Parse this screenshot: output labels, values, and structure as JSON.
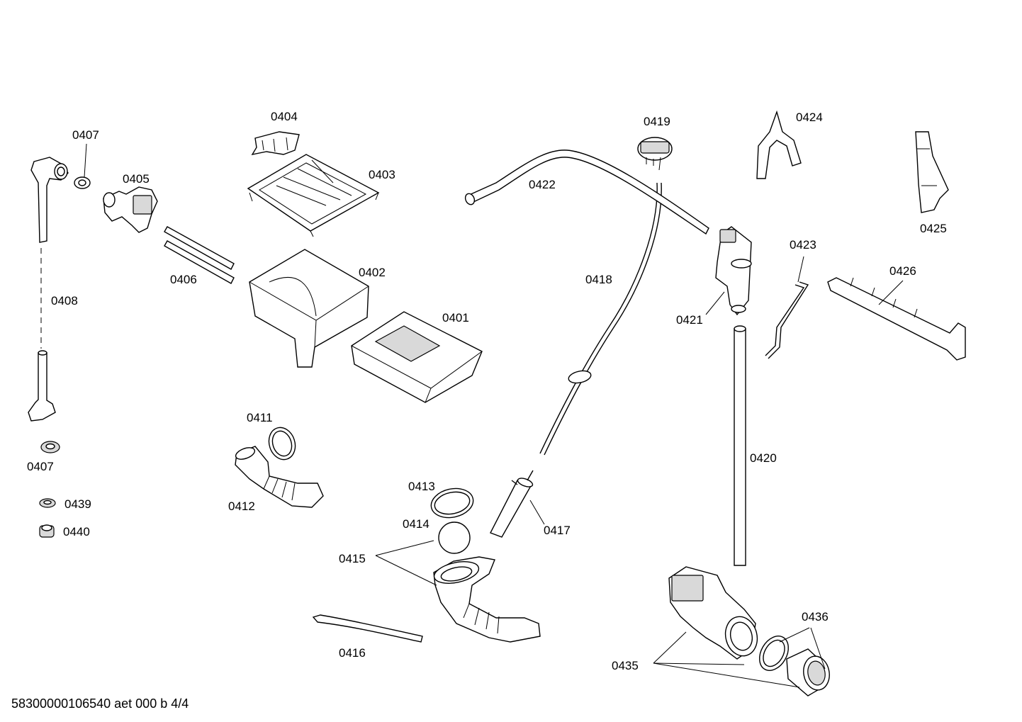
{
  "labels": {
    "p0401": "0401",
    "p0402": "0402",
    "p0403": "0403",
    "p0404": "0404",
    "p0405": "0405",
    "p0406": "0406",
    "p0407_top": "0407",
    "p0407_bottom": "0407",
    "p0408": "0408",
    "p0411": "0411",
    "p0412": "0412",
    "p0413": "0413",
    "p0414": "0414",
    "p0415": "0415",
    "p0416": "0416",
    "p0417": "0417",
    "p0418": "0418",
    "p0419": "0419",
    "p0420": "0420",
    "p0421": "0421",
    "p0422": "0422",
    "p0423": "0423",
    "p0424": "0424",
    "p0425": "0425",
    "p0426": "0426",
    "p0435": "0435",
    "p0436": "0436",
    "p0439": "0439",
    "p0440": "0440"
  },
  "footer": "58300000106540 aet 000 b 4/4"
}
